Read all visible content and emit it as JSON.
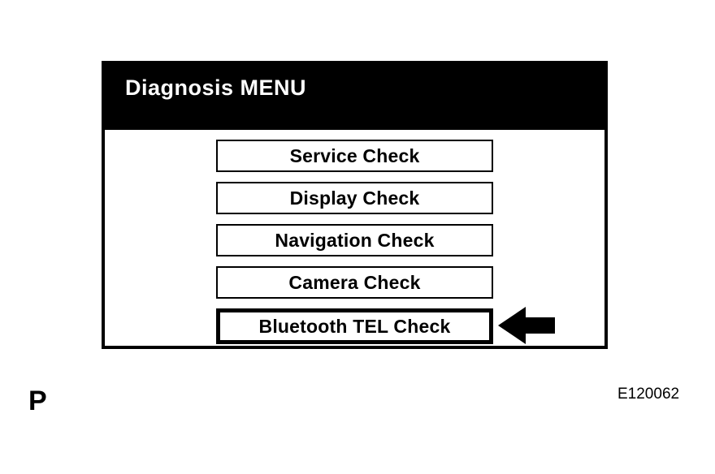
{
  "screen": {
    "title": "Diagnosis MENU",
    "buttons": [
      {
        "label": "Service Check",
        "selected": false
      },
      {
        "label": "Display Check",
        "selected": false
      },
      {
        "label": "Navigation Check",
        "selected": false
      },
      {
        "label": "Camera Check",
        "selected": false
      },
      {
        "label": "Bluetooth TEL Check",
        "selected": true
      }
    ]
  },
  "annotations": {
    "arrow_icon": "left-arrow",
    "arrow_target": "Bluetooth TEL Check",
    "page_letter": "P",
    "figure_code": "E120062"
  },
  "colors": {
    "header_bg": "#000000",
    "header_text": "#ffffff",
    "body_bg": "#ffffff",
    "border": "#000000",
    "button_text": "#000000"
  }
}
